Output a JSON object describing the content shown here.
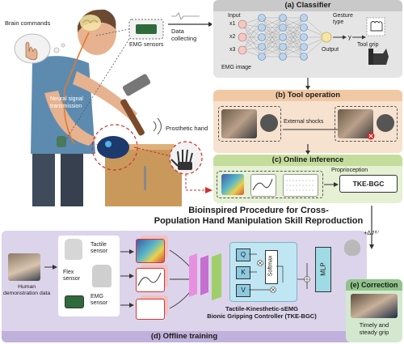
{
  "left_scene": {
    "brain_commands": "Brain commands",
    "emg_sensors": "EMG sensors",
    "data_collecting": "Data\ncollecting",
    "neural_signal": "Neural signal\ntransmission",
    "prosthetic_hand": "Prosthetic hand"
  },
  "panel_a": {
    "title": "(a)  Classifier",
    "input": "Input",
    "inputs": [
      "x1",
      "x2",
      "x3"
    ],
    "emg_image": "EMG image",
    "output": "Output",
    "y": "y",
    "gesture_type": "Gesture\ntype",
    "tool_grip": "Tool  grip"
  },
  "panel_b": {
    "title": "(b)  Tool operation",
    "external_shocks": "External shocks"
  },
  "panel_c": {
    "title": "(c)  Online inference",
    "proprioception": "Proprioception",
    "controller": "TKE-BGC"
  },
  "center_title": "Bioinspired Procedure for Cross-\nPopulation Hand Manipulation Skill Reproduction",
  "panel_d": {
    "title": "(d)  Offline training",
    "human_demo": "Human\ndemonstration data",
    "tactile_sensor": "Tactile\nsensor",
    "flex_sensor": "Flex\nsensor",
    "emg_sensor": "EMG\nsensor",
    "q": "Q",
    "k": "K",
    "v": "V",
    "softmax": "Softmax",
    "mlp": "MLP",
    "controller_name": "Tactile-Kinesthetic-sEMG\nBionic Gripping Controller (TKE-BGC)"
  },
  "update_label": "+∆J⁽ᵗ⁾",
  "panel_e": {
    "title": "(e)  Correction",
    "caption": "Timely and\nsteady grip"
  }
}
